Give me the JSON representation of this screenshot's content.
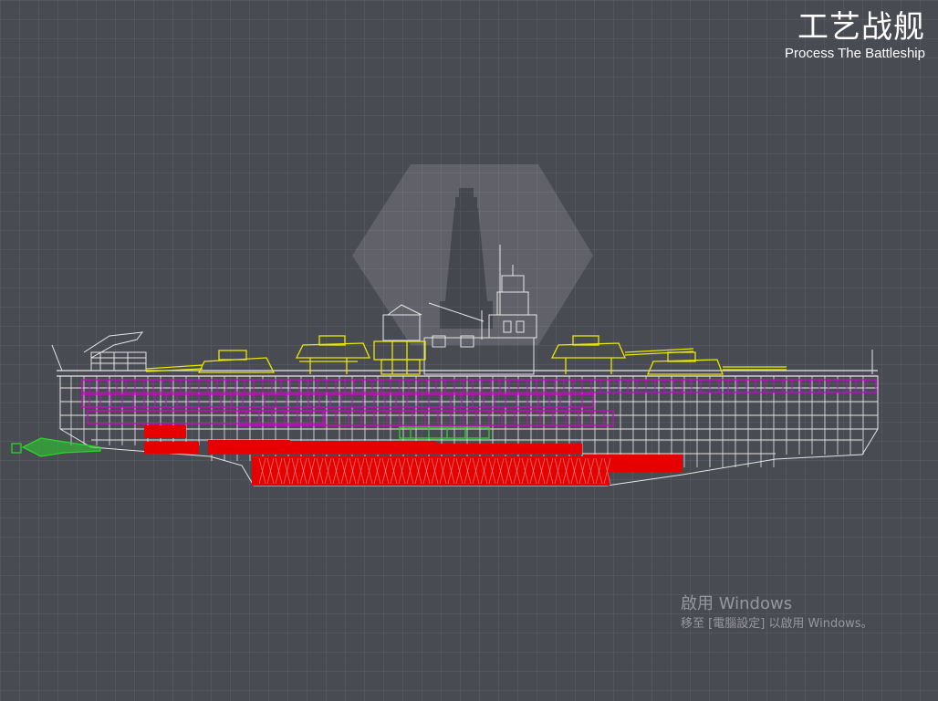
{
  "header": {
    "title_cn": "工艺战舰",
    "title_en": "Process The Battleship"
  },
  "watermark": {
    "activation_title": "啟用 Windows",
    "activation_subtitle": "移至 [電腦設定] 以啟用 Windows。"
  },
  "ship": {
    "view": "side-wireframe",
    "main_turrets": 4,
    "secondary_turrets": 2,
    "colors": {
      "frame": "#e6e6e6",
      "turrets": "#e8e800",
      "cabins": "#d400d4",
      "hull_blocks": "#e60000",
      "propulsion": "#2ad62a",
      "background": "#494b53"
    }
  },
  "icons": {
    "logo": "lighthouse-hexagon-icon"
  }
}
